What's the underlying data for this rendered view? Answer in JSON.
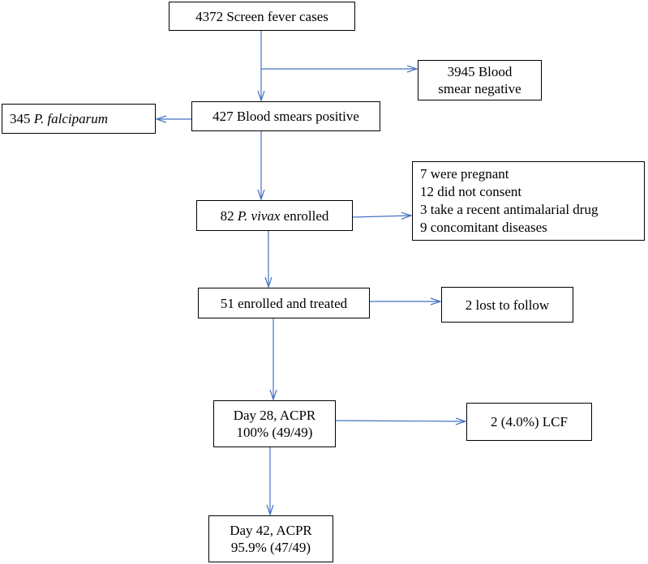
{
  "boxes": {
    "screen": {
      "text": "4372 Screen fever cases"
    },
    "negative": {
      "lines": [
        "3945 Blood",
        "smear negative"
      ]
    },
    "falciparum": {
      "count": "345",
      "species": "P. falciparum"
    },
    "positive": {
      "text": "427 Blood smears positive"
    },
    "excluded": {
      "lines": [
        "7 were pregnant",
        "12 did not consent",
        "3 take a recent antimalarial drug",
        "9 concomitant diseases"
      ]
    },
    "vivax": {
      "count": "82",
      "species": "P. vivax",
      "suffix": "enrolled"
    },
    "treated": {
      "text": "51 enrolled and treated"
    },
    "lost": {
      "text": "2 lost to follow"
    },
    "day28": {
      "lines": [
        "Day 28, ACPR",
        "100% (49/49)"
      ]
    },
    "lcf": {
      "text": "2 (4.0%) LCF"
    },
    "day42": {
      "lines": [
        "Day 42, ACPR",
        "95.9% (47/49)"
      ]
    }
  },
  "colors": {
    "arrow": "#4472C4",
    "box_border": "#000000"
  }
}
